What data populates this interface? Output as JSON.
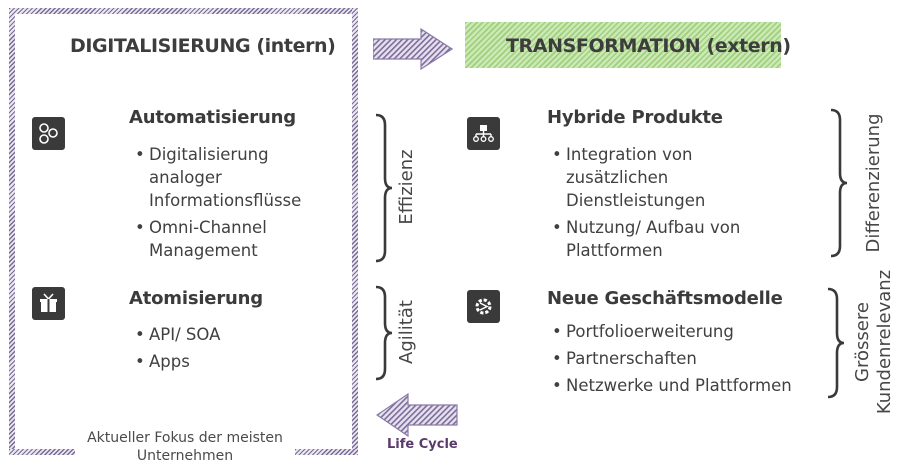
{
  "left_panel": {
    "header": "DIGITALISIERUNG (intern)",
    "sections": [
      {
        "title": "Automatisierung",
        "icon": "network-icon",
        "bullets": [
          "Digitalisierung\nanaloger\nInformationsflüsse",
          "Omni-Channel\nManagement"
        ],
        "bracket_label": "Effizienz"
      },
      {
        "title": "Atomisierung",
        "icon": "box-icon",
        "bullets": [
          "API/ SOA",
          "Apps"
        ],
        "bracket_label": "Agilität"
      }
    ],
    "footnote": "Aktueller Fokus der meisten\nUnternehmen"
  },
  "right_panel": {
    "header": "TRANSFORMATION (extern)",
    "sections": [
      {
        "title": "Hybride Produkte",
        "icon": "hierarchy-icon",
        "bullets": [
          "Integration von\nzusätzlichen\nDienstleistungen",
          "Nutzung/ Aufbau von\nPlattformen"
        ],
        "bracket_label": "Differenzierung"
      },
      {
        "title": "Neue Geschäftsmodelle",
        "icon": "gear-icon",
        "bullets": [
          "Portfolioerweiterung",
          "Partnerschaften",
          "Netzwerke und Plattformen"
        ],
        "bracket_label": "Grössere\nKundenrelevanz"
      }
    ]
  },
  "arrows": {
    "lifecycle_label": "Life Cycle"
  },
  "colors": {
    "frame": "#7a6b96",
    "transformation_fill": "#9fd07d",
    "arrow_purple": "#8a7aa6",
    "icon_bg": "#3a3a3a"
  }
}
